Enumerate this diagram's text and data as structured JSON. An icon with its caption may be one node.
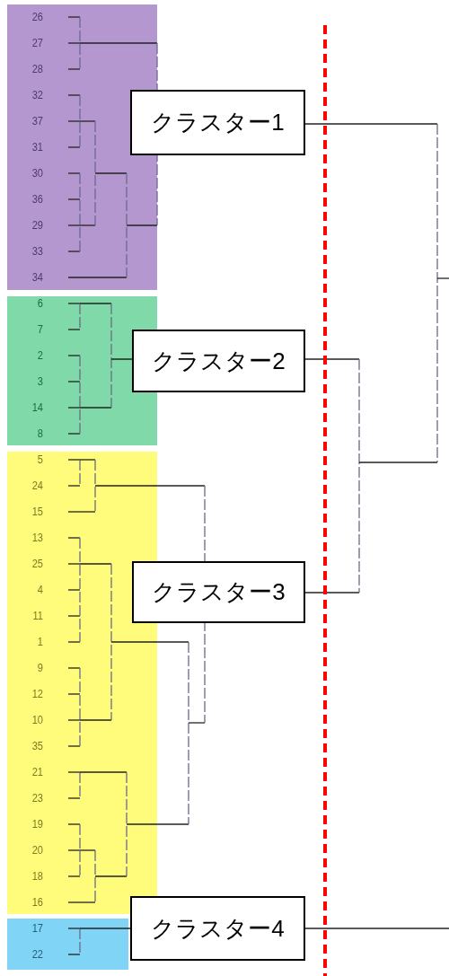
{
  "diagram": {
    "nodes": [
      {
        "text": [
          "26",
          "27",
          "28",
          "32",
          "37",
          "31",
          "30",
          "36",
          "29",
          "33",
          "34"
        ]
      },
      {
        "text": [
          "6",
          "7",
          "2",
          "3",
          "14",
          "8"
        ]
      },
      {
        "text": [
          "5",
          "24",
          "15",
          "13",
          "25",
          "4",
          "11",
          "1",
          "9",
          "12",
          "10",
          "35",
          "21",
          "23",
          "19",
          "20",
          "18",
          "16"
        ]
      },
      {
        "text": [
          "17",
          "22"
        ]
      },
      {
        "text": [
          "クラスター1"
        ]
      },
      {
        "text": [
          "クラスター2"
        ]
      },
      {
        "text": [
          "クラスター3"
        ]
      },
      {
        "text": [
          "クラスター4"
        ]
      }
    ]
  }
}
